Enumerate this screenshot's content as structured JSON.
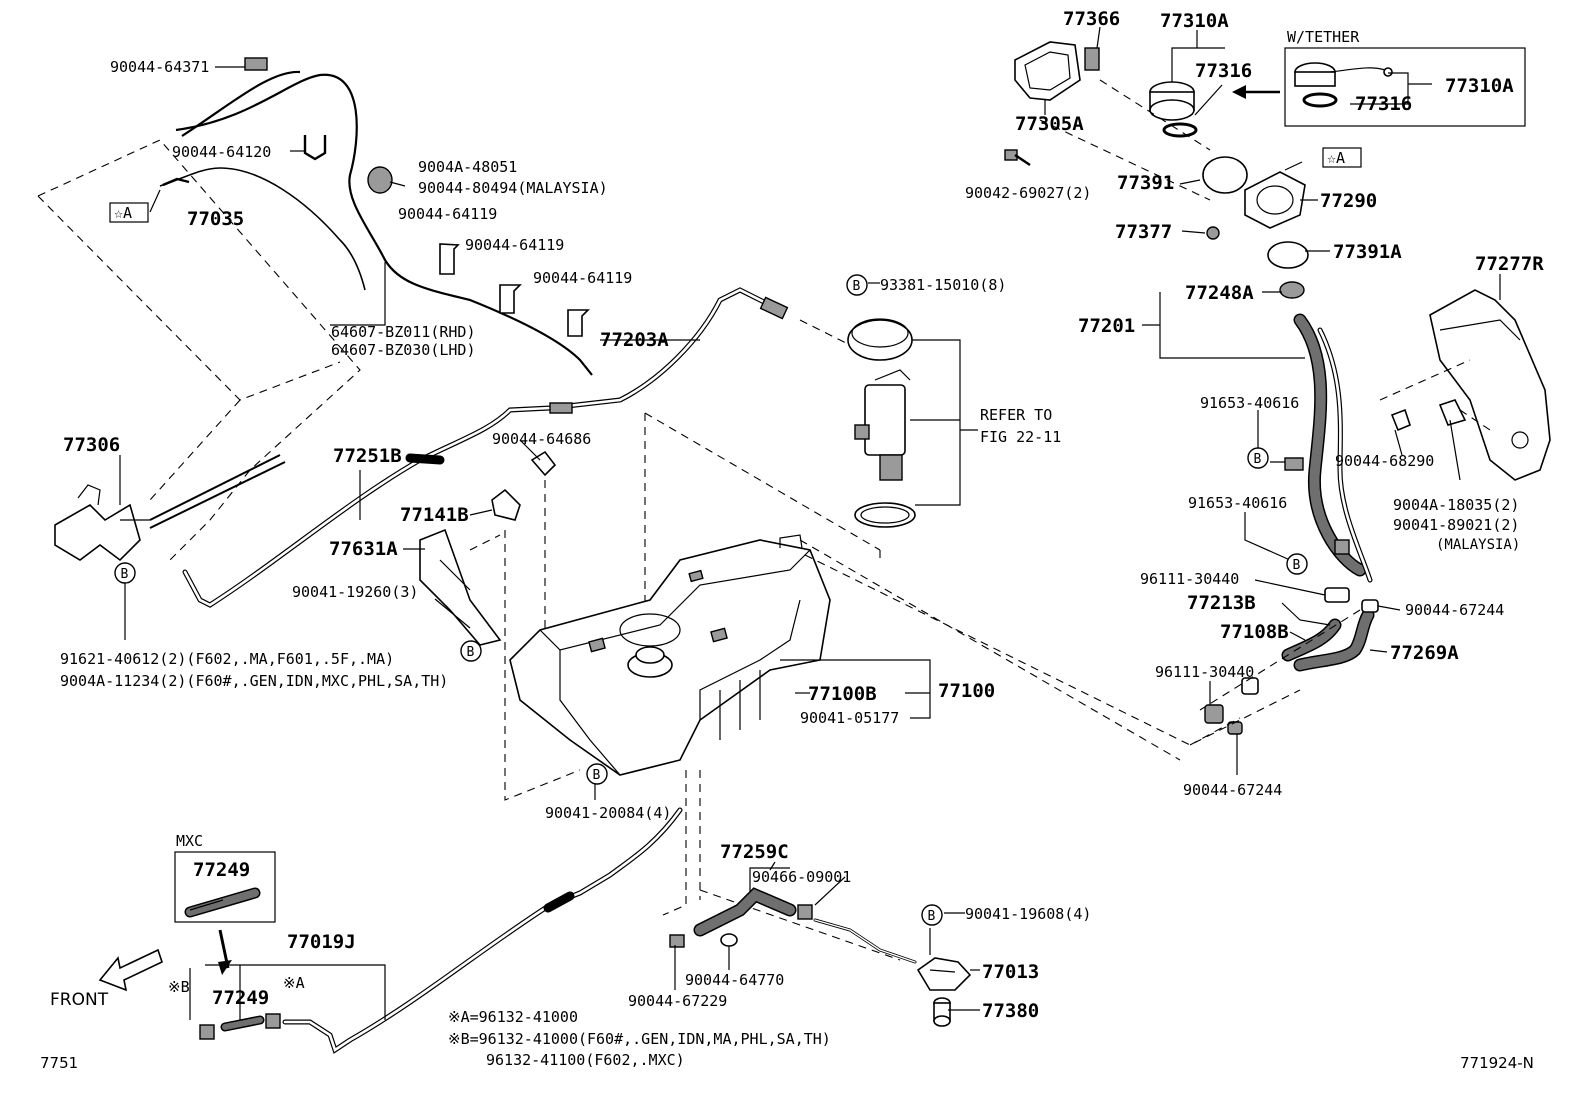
{
  "labels": {
    "p90044_64371": "90044-64371",
    "p90044_64120": "90044-64120",
    "star_a_left": "☆A",
    "p77035": "77035",
    "p9004a_48051": "9004A-48051",
    "p90044_80494": "90044-80494(MALAYSIA)",
    "p90044_64119_a": "90044-64119",
    "p90044_64119_b": "90044-64119",
    "p90044_64119_c": "90044-64119",
    "p64607_bz011": "64607-BZ011(RHD)",
    "p64607_bz030": "64607-BZ030(LHD)",
    "p77306": "77306",
    "p77251b": "77251B",
    "p77203a": "77203A",
    "p90044_64686": "90044-64686",
    "p77141b": "77141B",
    "p77631a": "77631A",
    "p90041_19260": "90041-19260(3)",
    "p91621_40612": "91621-40612(2)(F602,.MA,F601,.5F,.MA)",
    "p9004a_11234": "9004A-11234(2)(F60#,.GEN,IDN,MXC,PHL,SA,TH)",
    "p93381_15010": "93381-15010(8)",
    "refer_to": "REFER TO",
    "fig_22_11": "FIG 22-11",
    "p77100b": "77100B",
    "p77100": "77100",
    "p90041_05177": "90041-05177",
    "p90041_20084": "90041-20084(4)",
    "p77366": "77366",
    "p77310a": "77310A",
    "p77316": "77316",
    "w_tether": "W/TETHER",
    "p77310a_t": "77310A",
    "p77316_t": "77316",
    "p77305a": "77305A",
    "p90042_69027": "90042-69027(2)",
    "p77391": "77391",
    "star_a_right": "☆A",
    "p77290": "77290",
    "p77377": "77377",
    "p77391a": "77391A",
    "p77277r": "77277R",
    "p77248a": "77248A",
    "p77201": "77201",
    "p91653_40616_a": "91653-40616",
    "p91653_40616_b": "91653-40616",
    "p90044_68290": "90044-68290",
    "p9004a_18035": "9004A-18035(2)",
    "p90041_89021": "90041-89021(2)",
    "malaysia": "(MALAYSIA)",
    "p96111_30440_a": "96111-30440",
    "p90044_67244_a": "90044-67244",
    "p77213b": "77213B",
    "p77108b": "77108B",
    "p77269a": "77269A",
    "p96111_30440_b": "96111-30440",
    "p90044_67244_b": "90044-67244",
    "mxc": "MXC",
    "p77249_box": "77249",
    "p77019j": "77019J",
    "note_b": "※B",
    "note_a": "※A",
    "p77249": "77249",
    "front": "FRONT",
    "p77259c": "77259C",
    "p90466_09001": "90466-09001",
    "p90041_19608": "90041-19608(4)",
    "p77013": "77013",
    "p90044_64770": "90044-64770",
    "p90044_67229": "90044-67229",
    "p77380": "77380",
    "legend_a": "※A=96132-41000",
    "legend_b": "※B=96132-41000(F60#,.GEN,IDN,MA,PHL,SA,TH)",
    "legend_b2": "96132-41100(F602,.MXC)",
    "page_id": "7751",
    "fig_id": "771924-N",
    "callout_b": "B"
  }
}
